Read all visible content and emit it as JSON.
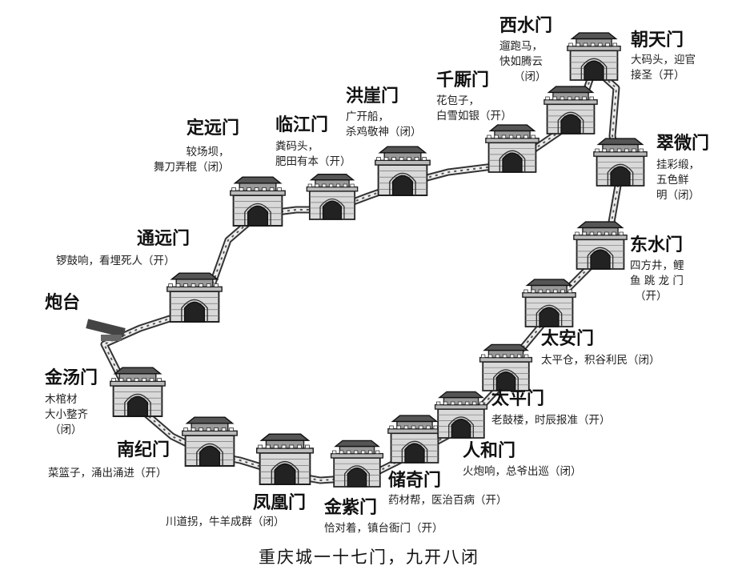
{
  "caption": "重庆城一十七门，九开八闭",
  "labels": {
    "paotai": "炮台"
  },
  "gates": [
    {
      "id": "chaotian",
      "name": "朝天门",
      "desc": [
        "大码头，迎官",
        "接圣（开）"
      ]
    },
    {
      "id": "xishui",
      "name": "西水门",
      "desc": [
        "遛跑马，",
        "快如腾云",
        "（闭）"
      ]
    },
    {
      "id": "qiansi",
      "name": "千厮门",
      "desc": [
        "花包子，",
        "白雪如银（开）"
      ]
    },
    {
      "id": "hongya",
      "name": "洪崖门",
      "desc": [
        "广开船，",
        "杀鸡敬神（闭）"
      ]
    },
    {
      "id": "linjiang",
      "name": "临江门",
      "desc": [
        "粪码头，",
        "肥田有本（开）"
      ]
    },
    {
      "id": "dingyuan",
      "name": "定远门",
      "desc": [
        "较场坝，",
        "舞刀弄棍（闭）"
      ]
    },
    {
      "id": "tongyuan",
      "name": "通远门",
      "desc": [
        "锣鼓响，看埋死人（开）"
      ]
    },
    {
      "id": "jintang",
      "name": "金汤门",
      "desc": [
        "木棺材",
        "大小整齐",
        "（闭）"
      ]
    },
    {
      "id": "nanji",
      "name": "南纪门",
      "desc": [
        "菜篮子，涌出涌进（开）"
      ]
    },
    {
      "id": "fenghuang",
      "name": "凤凰门",
      "desc": [
        "川道拐，牛羊成群（闭）"
      ]
    },
    {
      "id": "jinzi",
      "name": "金紫门",
      "desc": [
        "恰对着，镇台衙门（开）"
      ]
    },
    {
      "id": "chuqi",
      "name": "储奇门",
      "desc": [
        "药材帮，医治百病（开）"
      ]
    },
    {
      "id": "renhe",
      "name": "人和门",
      "desc": [
        "火炮响，总爷出巡（闭）"
      ]
    },
    {
      "id": "taiping",
      "name": "太平门",
      "desc": [
        "老鼓楼，时辰报准（开）"
      ]
    },
    {
      "id": "taian",
      "name": "太安门",
      "desc": [
        "太平仓，积谷利民（闭）"
      ]
    },
    {
      "id": "dongshui",
      "name": "东水门",
      "desc": [
        "四方井，鲤",
        "鱼 跳 龙 门",
        "（开）"
      ]
    },
    {
      "id": "cuiwei",
      "name": "翠微门",
      "desc": [
        "挂彩缎，",
        "五色鲜",
        "明（闭）"
      ]
    }
  ]
}
